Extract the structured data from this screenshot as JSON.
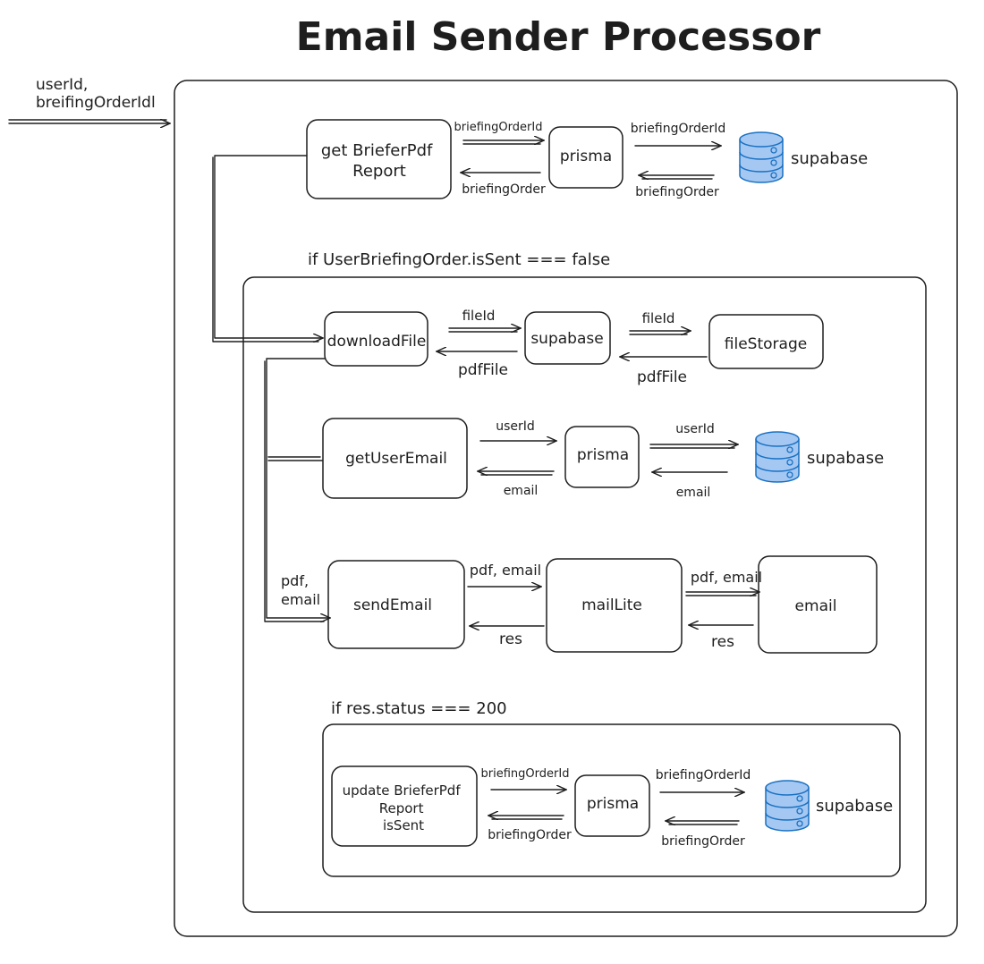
{
  "title": "Email Sender Processor",
  "input_label": [
    "userId,",
    "breifingOrderIdl"
  ],
  "colors": {
    "ink": "#1e1e1e",
    "db_fill": "#a5c8f3",
    "db_stroke": "#1971c2",
    "background": "#ffffff"
  },
  "conditions": {
    "not_sent": "if UserBriefingOrder.isSent === false",
    "status_ok": "if res.status === 200"
  },
  "nodes": {
    "get_report": [
      "get BrieferPdf",
      "Report"
    ],
    "prisma1": "prisma",
    "supabase1": "supabase",
    "download_file": "downloadFile",
    "supabase_mid": "supabase",
    "file_storage": "fileStorage",
    "get_user_email": "getUserEmail",
    "prisma2": "prisma",
    "supabase2": "supabase",
    "send_email": "sendEmail",
    "mail_lite": "mailLite",
    "email": "email",
    "update_report": [
      "update BrieferPdf",
      "Report",
      "isSent"
    ],
    "prisma3": "prisma",
    "supabase3": "supabase"
  },
  "edges": {
    "row1_req_a": "briefingOrderId",
    "row1_res_a": "briefingOrder",
    "row1_req_b": "briefingOrderId",
    "row1_res_b": "briefingOrder",
    "row2_req_a": "fileId",
    "row2_res_a": "pdfFile",
    "row2_req_b": "fileId",
    "row2_res_b": "pdfFile",
    "row3_req_a": "userId",
    "row3_res_a": "email",
    "row3_req_b": "userId",
    "row3_res_b": "email",
    "row4_in": [
      "pdf,",
      "email"
    ],
    "row4_req_a": "pdf, email",
    "row4_res_a": "res",
    "row4_req_b": "pdf, email",
    "row4_res_b": "res",
    "row5_req_a": "briefingOrderId",
    "row5_res_a": "briefingOrder",
    "row5_req_b": "briefingOrderId",
    "row5_res_b": "briefingOrder"
  },
  "icons": {
    "database": "database-icon"
  }
}
